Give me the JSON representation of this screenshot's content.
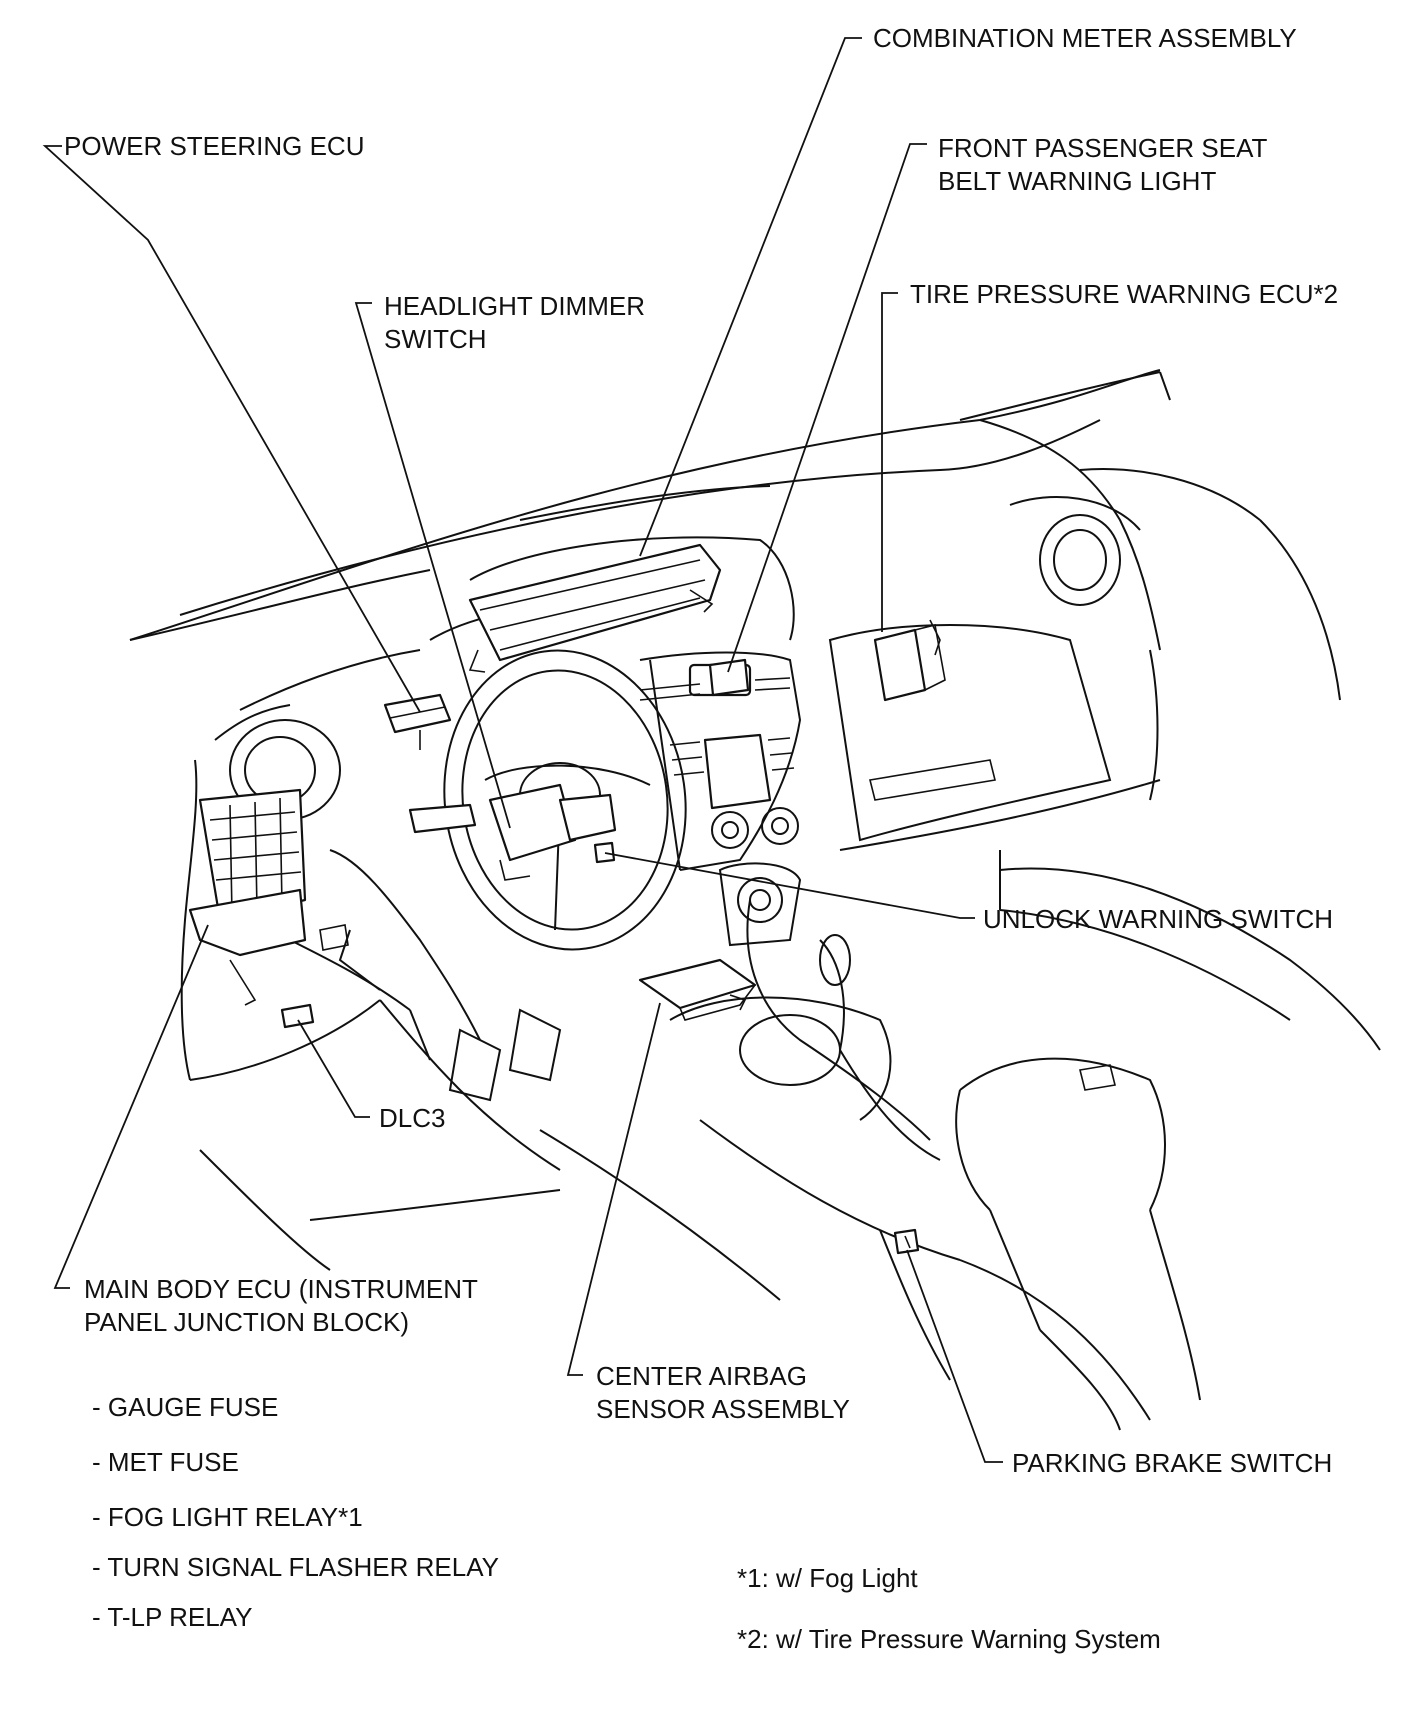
{
  "labels": {
    "combination_meter": "COMBINATION METER ASSEMBLY",
    "power_steering_ecu": "POWER STEERING ECU",
    "front_passenger_seat_belt_line1": "FRONT PASSENGER SEAT",
    "front_passenger_seat_belt_line2": "BELT WARNING LIGHT",
    "headlight_dimmer_line1": "HEADLIGHT DIMMER",
    "headlight_dimmer_line2": "SWITCH",
    "tire_pressure_ecu": "TIRE PRESSURE WARNING ECU*2",
    "unlock_warning_switch": "UNLOCK WARNING SWITCH",
    "dlc3": "DLC3",
    "main_body_ecu_line1": "MAIN BODY ECU (INSTRUMENT",
    "main_body_ecu_line2": "PANEL JUNCTION BLOCK)",
    "center_airbag_line1": "CENTER AIRBAG",
    "center_airbag_line2": "SENSOR ASSEMBLY",
    "parking_brake_switch": "PARKING BRAKE SWITCH"
  },
  "junction_block_contents": [
    "- GAUGE FUSE",
    "- MET FUSE",
    "- FOG LIGHT RELAY*1",
    "- TURN SIGNAL FLASHER RELAY",
    "- T-LP RELAY"
  ],
  "footnotes": [
    "*1: w/ Fog Light",
    "*2: w/ Tire Pressure Warning System"
  ]
}
